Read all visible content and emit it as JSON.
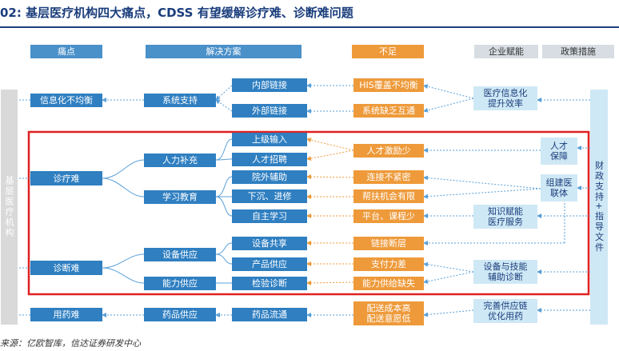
{
  "title": "02:  基层医疗机构四大痛点，CDSS 有望缓解诊疗难、诊断难问题",
  "source": "来源：亿欧智库，信达证券研发中心",
  "headers": {
    "pain": "痛点",
    "solution": "解决方案",
    "shortfall": "不足",
    "enterprise": "企业赋能",
    "policy": "政策措施"
  },
  "side_left": "基层医疗机构",
  "side_right": "财政支持+指导文件",
  "pain_points": [
    "信息化不均衡",
    "诊疗难",
    "诊断难",
    "用药难"
  ],
  "solutions_l1": [
    "系统支持",
    "人力补充",
    "学习教育",
    "设备供应",
    "能力供应",
    "药品供应"
  ],
  "solutions_l2": [
    "内部链接",
    "外部链接",
    "上级输入",
    "人才招聘",
    "院外辅助",
    "下沉、进修",
    "自主学习",
    "设备共享",
    "产品供应",
    "检验诊断",
    "药品流通"
  ],
  "shortfalls": [
    "HIS覆盖不均衡",
    "系统缺乏互通",
    "人才激励少",
    "连接不紧密",
    "帮扶机会有限",
    "平台、课程少",
    "链接断层",
    "支付力差",
    "能力供给缺失",
    "配送成本高\n配送意愿低"
  ],
  "enterprise": [
    "医疗信息化\n提升效率",
    "人才\n保障",
    "组建医\n联体",
    "知识赋能\n医疗服务",
    "设备与技能\n辅助诊断",
    "完善供应链\n优化用药"
  ],
  "colors": {
    "blue": "#2f7fc1",
    "orange": "#ee9a3a",
    "light_blue": "#cfe8f5",
    "highlight_red": "#e02020",
    "title_navy": "#1a3d7c"
  }
}
